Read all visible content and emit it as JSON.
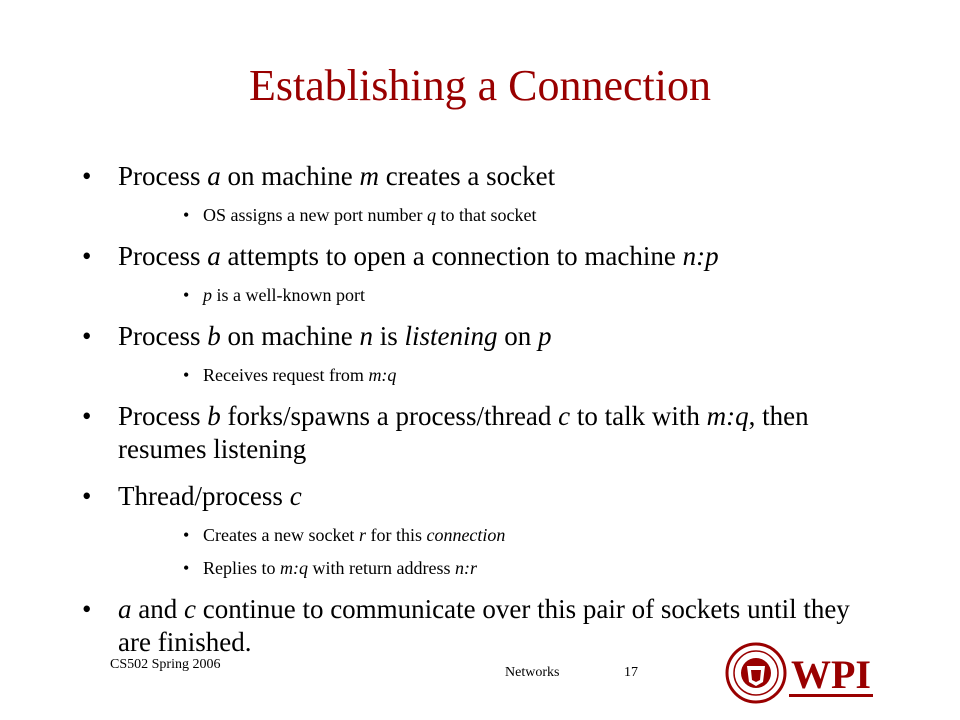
{
  "slide": {
    "title": "Establishing a Connection",
    "title_color": "#990000"
  },
  "bullets": {
    "b1": {
      "p1": "Process ",
      "p2": "a",
      "p3": " on machine ",
      "p4": "m",
      "p5": " creates a socket"
    },
    "s1": {
      "p1": "OS assigns a new port number ",
      "p2": "q",
      "p3": " to that socket"
    },
    "b2": {
      "p1": "Process ",
      "p2": "a",
      "p3": " attempts to open a connection to machine ",
      "p4": "n:p"
    },
    "s2": {
      "p1": "p",
      "p2": " is a well-known port"
    },
    "b3": {
      "p1": "Process ",
      "p2": "b",
      "p3": " on machine ",
      "p4": "n",
      "p5": " is ",
      "p6": "listening",
      "p7": " on ",
      "p8": "p"
    },
    "s3": {
      "p1": "Receives request from ",
      "p2": "m:q"
    },
    "b4": {
      "p1": "Process ",
      "p2": "b",
      "p3": " forks/spawns a process/thread ",
      "p4": "c",
      "p5": " to talk with ",
      "p6": "m:q",
      "p7": ", then resumes listening"
    },
    "b5": {
      "p1": "Thread/process ",
      "p2": "c"
    },
    "s4": {
      "p1": "Creates a new socket ",
      "p2": "r",
      "p3": " for this ",
      "p4": "connection"
    },
    "s5": {
      "p1": "Replies to ",
      "p2": "m:q",
      "p3": " with return address ",
      "p4": "n:r"
    },
    "b6": {
      "p1": "a",
      "p2": " and ",
      "p3": "c",
      "p4": " continue to communicate over this pair of sockets until they are finished."
    }
  },
  "footer": {
    "course": "CS502 Spring 2006",
    "section": "Networks",
    "page_number": "17"
  },
  "logo": {
    "text": "WPI",
    "color": "#990000"
  }
}
